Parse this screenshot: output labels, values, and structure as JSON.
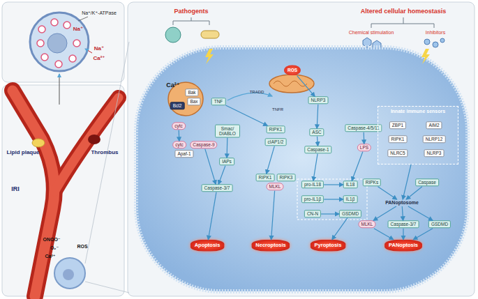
{
  "diagram": {
    "nodes": [
      {
        "text": [
          "TNF"
        ]
      },
      {
        "text": [
          "ROS"
        ]
      },
      {
        "text": [
          "NLRP3"
        ]
      },
      {
        "text": [
          "Bcl2"
        ]
      },
      {
        "text": [
          "Bak"
        ]
      },
      {
        "text": [
          "Bax"
        ]
      },
      {
        "text": [
          "cytc"
        ]
      },
      {
        "text": [
          "Smac/ DIABLO"
        ]
      },
      {
        "text": [
          "RIPK1"
        ]
      },
      {
        "text": [
          "cIAP1/2"
        ]
      },
      {
        "text": [
          "ASC"
        ]
      },
      {
        "text": [
          "Caspase-4/5/11"
        ]
      },
      {
        "text": [
          "Innate immune sensors"
        ]
      },
      {
        "text": [
          "ZBP1"
        ],
        "in": 12
      },
      {
        "text": [
          "AIM2"
        ],
        "in": 12
      },
      {
        "text": [
          "RIPK1"
        ],
        "in": 12
      },
      {
        "text": [
          "NLRP12"
        ],
        "in": 12
      },
      {
        "text": [
          "NLRC5"
        ],
        "in": 12
      },
      {
        "text": [
          "NLRP3"
        ],
        "in": 12
      },
      {
        "text": [
          "cytc"
        ]
      },
      {
        "text": [
          "Caspase-9"
        ]
      },
      {
        "text": [
          "Apaf-1"
        ]
      },
      {
        "text": [
          "Caspase-1"
        ]
      },
      {
        "text": [
          "LPS"
        ]
      },
      {
        "text": [
          "IAPs"
        ]
      },
      {
        "text": [
          "RIPK1"
        ]
      },
      {
        "text": [
          "RIPK3"
        ]
      },
      {
        "text": [
          "MLKL"
        ]
      },
      {
        "text": [
          "RIPKs"
        ]
      },
      {
        "text": [
          "Caspase"
        ]
      },
      {
        "text": [
          "pro-IL18"
        ]
      },
      {
        "text": [
          "IL18"
        ]
      },
      {
        "text": [
          "Caspase-3/7"
        ]
      },
      {
        "text": [
          "pro-IL1β"
        ]
      },
      {
        "text": [
          "IL1β"
        ]
      },
      {
        "text": [
          "PANoptosome"
        ]
      },
      {
        "text": [
          "CN-N"
        ]
      },
      {
        "text": [
          "GSDMD"
        ]
      },
      {
        "text": [
          "MLKL"
        ]
      },
      {
        "text": [
          "Caspase-3/7"
        ]
      },
      {
        "text": [
          "GSDMD"
        ]
      },
      {
        "text": [
          "Apoptosis"
        ]
      },
      {
        "text": [
          "Necroptosis"
        ]
      },
      {
        "text": [
          "Pyroptosis"
        ]
      },
      {
        "text": [
          "PANoptosis"
        ]
      }
    ],
    "edges": [
      {
        "from": 0,
        "to": 8,
        "arrow": "to"
      },
      {
        "from": 9,
        "to": 25,
        "arrow": "to"
      },
      {
        "from": 27,
        "to": 42,
        "arrow": "to"
      },
      {
        "from": 1,
        "to": 2,
        "arrow": "to"
      },
      {
        "from": 2,
        "to": 10,
        "arrow": "to"
      },
      {
        "from": 10,
        "to": 22,
        "arrow": "to"
      },
      {
        "from": 22,
        "to": 30,
        "arrow": "to"
      },
      {
        "from": 11,
        "to": 23,
        "arrow": "to"
      },
      {
        "from": 23,
        "to": 31,
        "arrow": "to"
      },
      {
        "from": 30,
        "to": 31,
        "arrow": "to"
      },
      {
        "from": 33,
        "to": 34,
        "arrow": "to"
      },
      {
        "from": 36,
        "to": 37,
        "arrow": "to"
      },
      {
        "from": 37,
        "to": 43,
        "arrow": "to"
      },
      {
        "from": 6,
        "to": 19,
        "arrow": "to"
      },
      {
        "from": 7,
        "to": 24,
        "arrow": "to"
      },
      {
        "from": 24,
        "to": 32,
        "arrow": "to"
      },
      {
        "from": 20,
        "to": 32,
        "arrow": "to"
      },
      {
        "from": 32,
        "to": 41,
        "arrow": "to"
      },
      {
        "from": 12,
        "to": 35,
        "arrow": "to"
      },
      {
        "from": 28,
        "to": 35,
        "arrow": "to"
      },
      {
        "from": 29,
        "to": 35,
        "arrow": "to"
      },
      {
        "from": 35,
        "to": 38,
        "arrow": "to"
      },
      {
        "from": 35,
        "to": 39,
        "arrow": "to"
      },
      {
        "from": 35,
        "to": 40,
        "arrow": "to"
      },
      {
        "from": 38,
        "to": 44,
        "arrow": "to"
      },
      {
        "from": 39,
        "to": 44,
        "arrow": "to"
      },
      {
        "from": 40,
        "to": 44,
        "arrow": "to"
      }
    ],
    "labels": [
      "Pathogents",
      "Altered cellular homeostasis",
      "Chemical stimulation",
      "Inhibitors",
      "TRADD",
      "TNFR",
      "Ca²⁺",
      "Na⁺/K⁺-ATPase",
      "Na⁺",
      "Na⁺",
      "Ca²⁺",
      "Lipid plaque",
      "Thrombus",
      "IRI",
      "ONOO⁻",
      "O₂⁻",
      "ROS",
      "Ca²⁺"
    ]
  }
}
